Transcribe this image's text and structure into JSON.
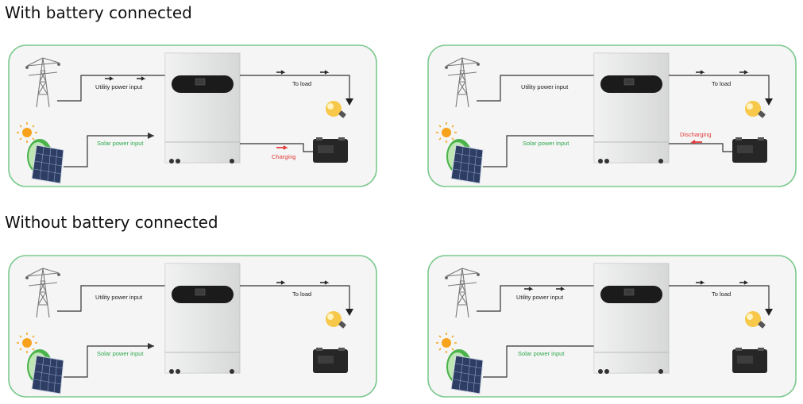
{
  "sections": {
    "with_battery": "With battery connected",
    "without_battery": "Without battery connected"
  },
  "labels": {
    "utility": "Utility power input",
    "solar": "Solar power input",
    "to_load": "To load",
    "charging": "Charging",
    "discharging": "Discharging"
  },
  "colors": {
    "panel_border": "#7cc98f",
    "panel_fill": "#f4f5f4",
    "label_green": "#2fa84f",
    "label_red": "#e23a3a",
    "inverter_body": "#e8e9e9",
    "display": "#1b1b1b"
  },
  "icons": [
    "transmission-tower-icon",
    "sun-icon",
    "solar-panel-icon",
    "inverter-icon",
    "light-bulb-icon",
    "battery-icon"
  ]
}
